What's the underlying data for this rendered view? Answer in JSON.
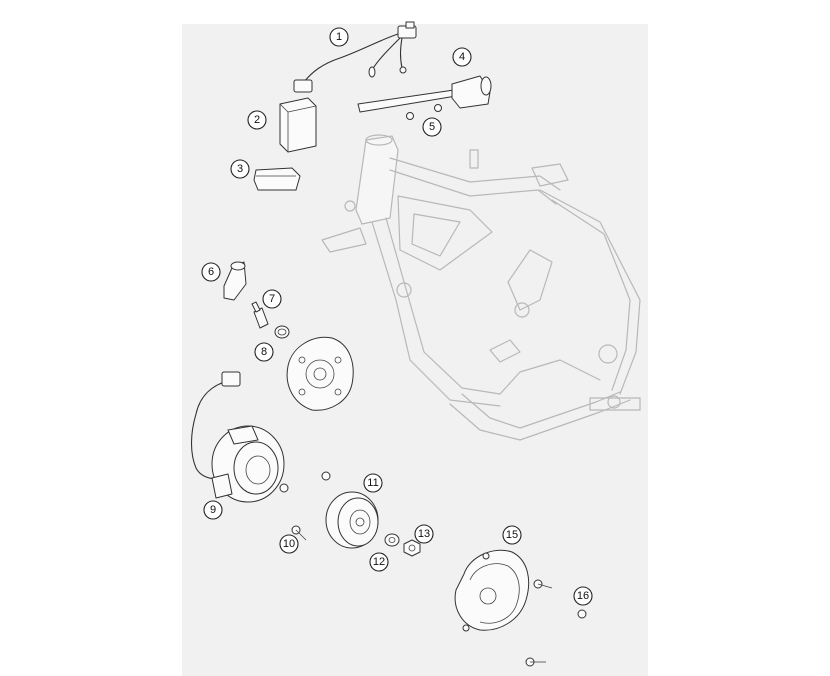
{
  "callouts": [
    {
      "id": "c1",
      "label": "1"
    },
    {
      "id": "c2",
      "label": "2"
    },
    {
      "id": "c3",
      "label": "3"
    },
    {
      "id": "c4",
      "label": "4"
    },
    {
      "id": "c5",
      "label": "5"
    },
    {
      "id": "c6",
      "label": "6"
    },
    {
      "id": "c7",
      "label": "7"
    },
    {
      "id": "c8",
      "label": "8"
    },
    {
      "id": "c9",
      "label": "9"
    },
    {
      "id": "c10",
      "label": "10"
    },
    {
      "id": "c11",
      "label": "11"
    },
    {
      "id": "c12",
      "label": "12"
    },
    {
      "id": "c13",
      "label": "13"
    },
    {
      "id": "c15",
      "label": "15"
    },
    {
      "id": "c16",
      "label": "16"
    }
  ],
  "colors": {
    "panel": "#f1f1f1",
    "frame_line": "#b8b8b8",
    "part_line": "#333333"
  }
}
